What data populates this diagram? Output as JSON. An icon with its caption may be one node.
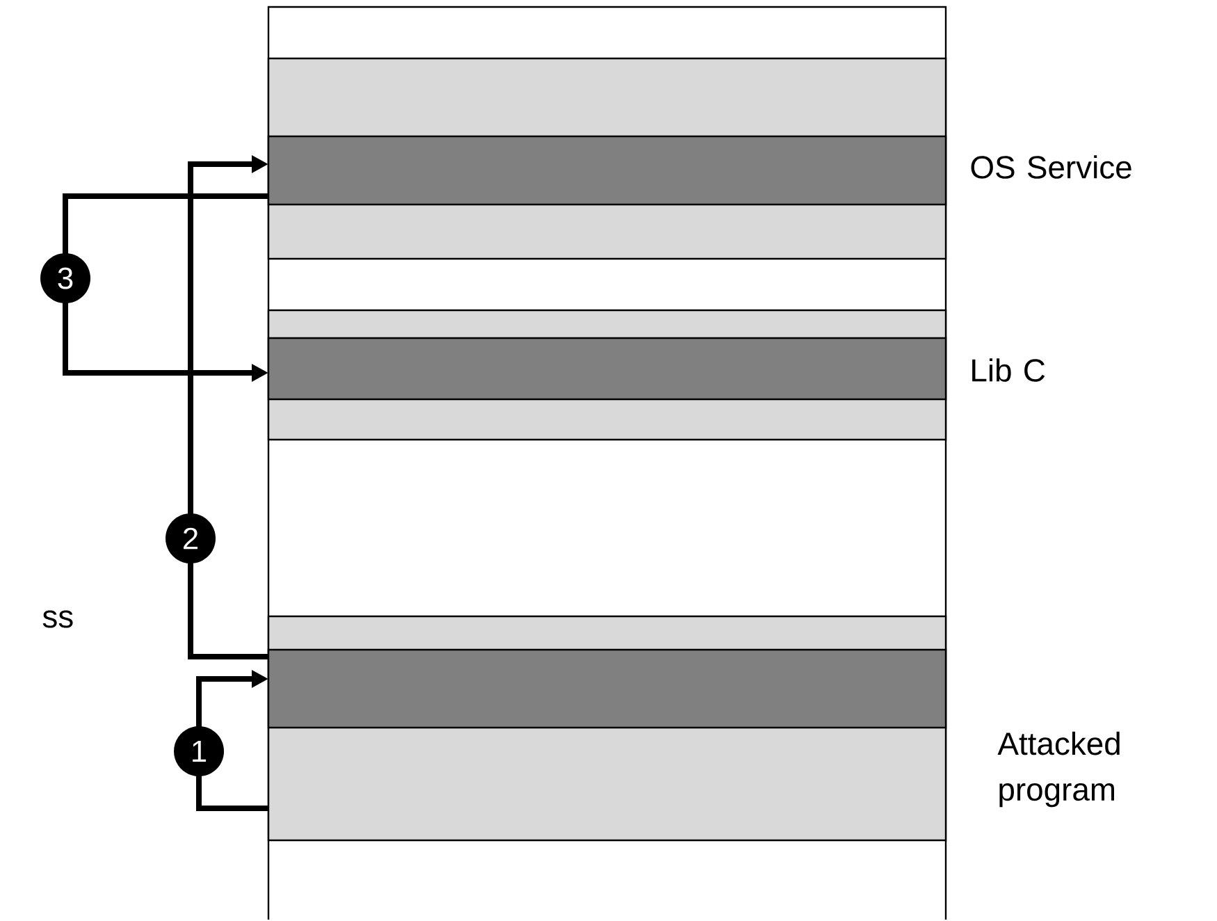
{
  "diagram": {
    "nodes": [
      {
        "text": [],
        "shape": "box"
      },
      {
        "text": [],
        "shape": "box",
        "beside": [
          "OS Service"
        ],
        "in": 0
      },
      {
        "text": [],
        "shape": "box",
        "in": 1
      },
      {
        "text": [],
        "shape": "box",
        "beside": [
          "Lib C"
        ],
        "in": 0
      },
      {
        "text": [],
        "shape": "box",
        "in": 3
      },
      {
        "text": [],
        "shape": "box",
        "beside": [
          "Attacked program"
        ],
        "in": 0
      },
      {
        "text": [],
        "shape": "box",
        "in": 5
      }
    ],
    "edges": [
      {
        "from": 5,
        "to": 6,
        "arrow": "to",
        "label": "1"
      },
      {
        "from": 6,
        "to": 2,
        "arrow": "to",
        "label": "2"
      },
      {
        "from": 2,
        "to": 4,
        "arrow": "to",
        "label": "3"
      }
    ],
    "labels": [
      "ss"
    ]
  }
}
